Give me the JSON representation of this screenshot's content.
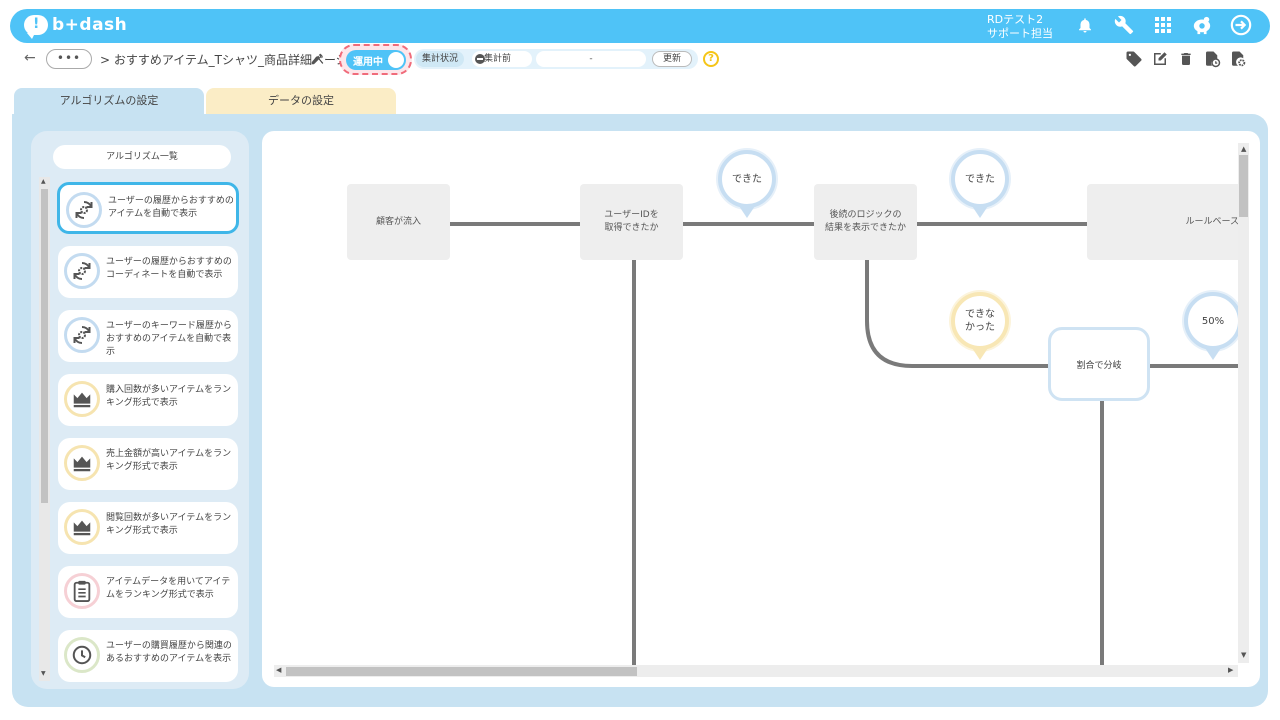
{
  "header": {
    "logo_text": "b+dash",
    "user_line1": "RDテスト2",
    "user_line2": "サポート担当",
    "icons": [
      "bell-icon",
      "wrench-icon",
      "grid-icon",
      "piggy-icon",
      "logout-icon"
    ]
  },
  "subbar": {
    "back_icon": "←",
    "dots_label": "•••",
    "breadcrumb": "> おすすめアイテム_Tシャツ_商品詳細ページ",
    "status_label": "運用中",
    "agg_label": "集計状況",
    "agg_state": "集計前",
    "agg_value": "-",
    "update_label": "更新",
    "help_label": "?",
    "right_icons": [
      "tag-icon",
      "edit-icon",
      "trash-icon",
      "file-clock-icon",
      "file-settings-icon"
    ]
  },
  "tabs": {
    "algorithm": "アルゴリズムの設定",
    "data": "データの設定"
  },
  "sidebar": {
    "title": "アルゴリズム一覧",
    "items": [
      {
        "label": "ユーザーの履歴からおすすめのアイテムを自動で表示",
        "icon": "refresh-gear-icon",
        "color": "blue",
        "selected": true
      },
      {
        "label": "ユーザーの履歴からおすすめのコーディネートを自動で表示",
        "icon": "refresh-gear-icon",
        "color": "blue",
        "selected": false
      },
      {
        "label": "ユーザーのキーワード履歴からおすすめのアイテムを自動で表示",
        "icon": "refresh-gear-icon",
        "color": "blue",
        "selected": false
      },
      {
        "label": "購入回数が多いアイテムをランキング形式で表示",
        "icon": "crown-icon",
        "color": "yellow",
        "selected": false
      },
      {
        "label": "売上金額が高いアイテムをランキング形式で表示",
        "icon": "crown-icon",
        "color": "yellow",
        "selected": false
      },
      {
        "label": "閲覧回数が多いアイテムをランキング形式で表示",
        "icon": "crown-icon",
        "color": "yellow",
        "selected": false
      },
      {
        "label": "アイテムデータを用いてアイテムをランキング形式で表示",
        "icon": "clipboard-list-icon",
        "color": "pink",
        "selected": false
      },
      {
        "label": "ユーザーの購買履歴から関連のあるおすすめのアイテムを表示",
        "icon": "clock-icon",
        "color": "green",
        "selected": false
      }
    ]
  },
  "flow": {
    "nodes": {
      "visitor": "顧客が流入",
      "user_id": "ユーザーIDを\n取得できたか",
      "logic_result": "後続のロジックの\n結果を表示できたか",
      "rule_based": "ルールベース",
      "split": "割合で分岐"
    },
    "pins": {
      "yes1": "できた",
      "yes2": "できた",
      "no": "できな\nかった",
      "ratio": "50%"
    }
  },
  "colors": {
    "brand": "#4fc3f7",
    "panel": "#c7e2f2",
    "data_tab": "#fbedc6",
    "status_border": "#f06b7a",
    "flow_line": "#7a7a7a"
  }
}
